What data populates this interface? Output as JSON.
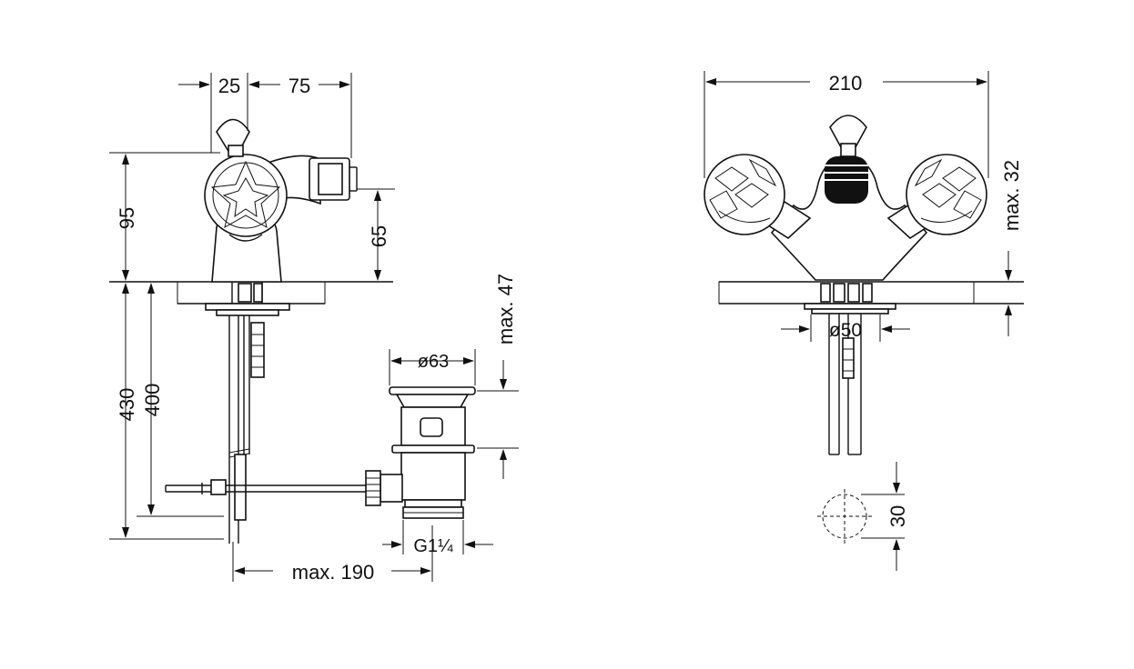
{
  "dimensions": {
    "side_offset": "25",
    "side_reach": "75",
    "side_height": "95",
    "side_spout_height": "65",
    "side_below_430": "430",
    "side_below_400": "400",
    "waste_diameter": "ø63",
    "waste_adjust": "max. 47",
    "waste_thread": "G1¼",
    "lever_reach": "max. 190",
    "front_width": "210",
    "deck_thickness": "max. 32",
    "hole_diameter": "ø50",
    "hole_size": "30"
  },
  "colors": {
    "line": "#111111",
    "background": "#ffffff"
  }
}
